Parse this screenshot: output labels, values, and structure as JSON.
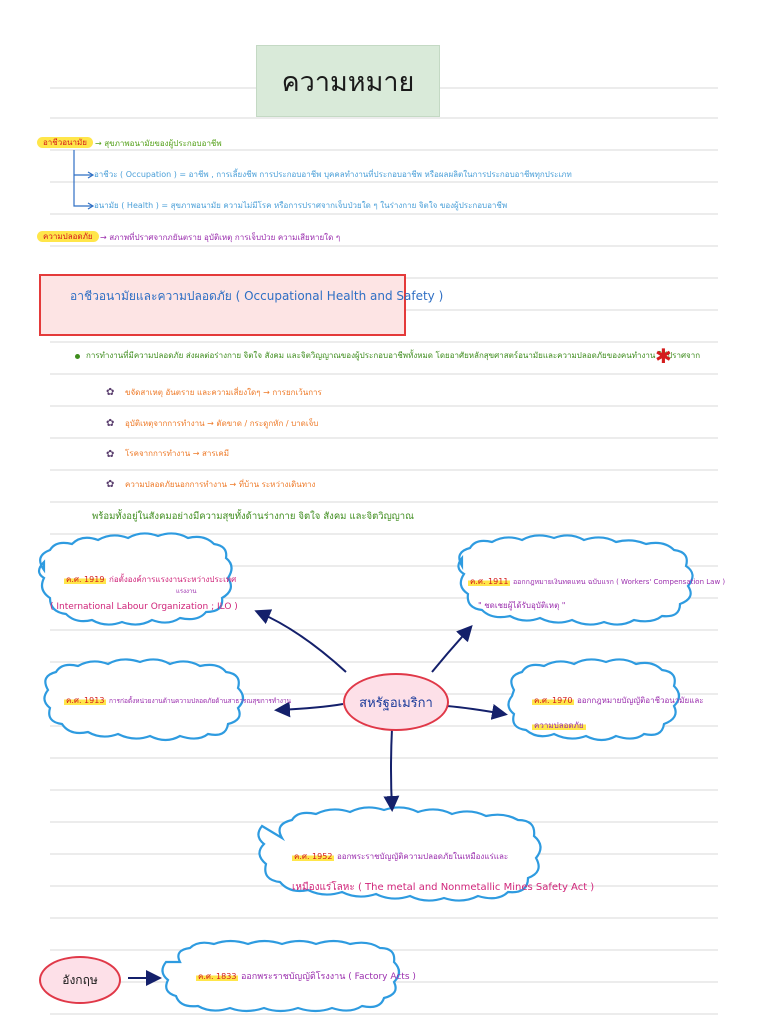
{
  "title": "ความหมาย",
  "def": {
    "tag1": "อาชีวอนามัย",
    "tag1_desc": "สุขภาพอนามัยของผู้ประกอบอาชีพ",
    "line_occ": "อาชีวะ ( Occupation ) = อาชีพ , การเลี้ยงชีพ การประกอบอาชีพ บุคคลทำงานที่ประกอบอาชีพ หรือผลผลิตในการประกอบอาชีพทุกประเภท",
    "line_health": "อนามัย ( Health ) = สุขภาพอนามัย ความไม่มีโรค หรือการปราศจากเจ็บป่วยใด ๆ ในร่างกาย จิตใจ ของผู้ประกอบอาชีพ",
    "tag2": "ความปลอดภัย",
    "tag2_desc": "สภาพที่ปราศจากภยันตราย อุบัติเหตุ การเจ็บป่วย ความเสียหายใด ๆ"
  },
  "section": {
    "heading": "อาชีวอนามัยและความปลอดภัย ( Occupational Health and Safety )"
  },
  "bullet_main": "การทำงานที่มีความปลอดภัย ส่งผลต่อร่างกาย จิตใจ สังคม และจิตวิญญาณของผู้ประกอบอาชีพทั้งหมด โดยอาศัยหลักสุขศาสตร์อนามัยและความปลอดภัยของคนทำงาน ให้ปราศจาก",
  "star_mark": "✱",
  "sub_items": [
    {
      "label": "ขจัดสาเหตุ อันตราย และความเสี่ยงใดๆ",
      "result": "→ การยกเว้นการ"
    },
    {
      "label": "อุบัติเหตุจากการทำงาน",
      "result": "→ ตัดขาด / กระดูกหัก / บาดเจ็บ"
    },
    {
      "label": "โรคจากการทำงาน",
      "result": "→ สารเคมี"
    },
    {
      "label": "ความปลอดภัยนอกการทำงาน",
      "result": "→ ที่บ้าน ระหว่างเดินทาง"
    }
  ],
  "summary_line": "พร้อมทั้งอยู่ในสังคมอย่างมีความสุขทั้งด้านร่างกาย จิตใจ สังคม และจิตวิญญาณ",
  "center": "สหรัฐอเมริกา",
  "clouds": {
    "top_left": {
      "year": "ค.ศ. 1919",
      "text": "ก่อตั้งองค์การแรงงานระหว่างประเทศ",
      "note": "แรงงาน",
      "eng": "( International Labour Organization ; ILO )"
    },
    "top_right": {
      "year": "ค.ศ. 1911",
      "text": "ออกกฎหมายเงินทดแทน ฉบับแรก ( Workers' Compensation Law )",
      "note": "\" ชดเชยผู้ได้รับอุบัติเหตุ \""
    },
    "mid_left": {
      "year": "ค.ศ. 1913",
      "text": "การก่อตั้งหน่วยงานด้านความปลอดภัยด้านสาธารณสุขการทำงาน"
    },
    "mid_right": {
      "year": "ค.ศ. 1970",
      "text": "ออกกฎหมายบัญญัติอาชีวอนามัยและ",
      "text2": "ความปลอดภัย"
    },
    "bottom": {
      "year": "ค.ศ. 1952",
      "text": "ออกพระราชบัญญัติความปลอดภัยในเหมืองแร่และ",
      "eng": "เหมืองแร่โลหะ ( The metal and Nonmetallic Mines Safety Act )"
    }
  },
  "england": {
    "label": "อังกฤษ",
    "year": "ค.ศ. 1833",
    "text": "ออกพระราชบัญญัติโรงงาน ( Factory Acts )"
  },
  "colors": {
    "red": "#d41c1c",
    "green": "#55a11a",
    "blue": "#4a9fd8",
    "pink": "#d0257a",
    "cloud_stroke": "#2e9be0",
    "arrow": "#14206b"
  }
}
